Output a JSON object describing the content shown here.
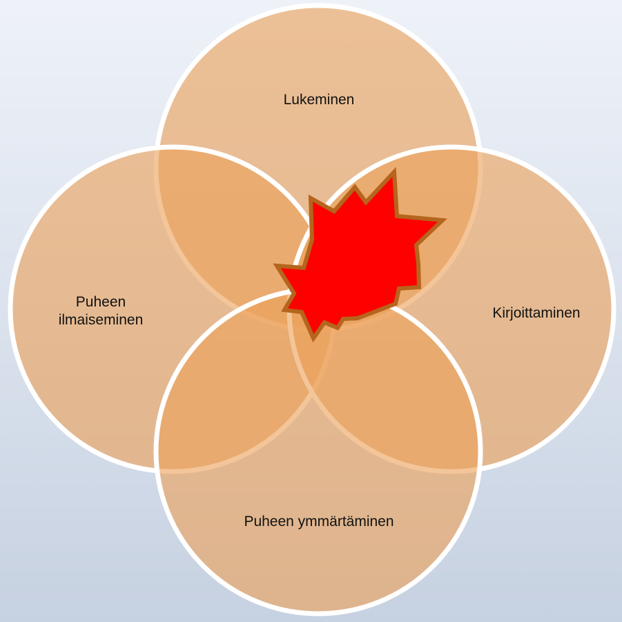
{
  "diagram": {
    "circles": [
      {
        "id": "top",
        "lines": [
          "Lukeminen"
        ]
      },
      {
        "id": "left",
        "lines": [
          "Puheen",
          "ilmaiseminen"
        ]
      },
      {
        "id": "right",
        "lines": [
          "Kirjoittaminen"
        ]
      },
      {
        "id": "bottom",
        "lines": [
          "Puheen ymmärtäminen"
        ]
      }
    ],
    "colors": {
      "circle_fill": "#eba25a",
      "circle_stroke": "#ffffff",
      "burst_fill": "#ff0000",
      "burst_stroke": "#b5651d"
    }
  }
}
